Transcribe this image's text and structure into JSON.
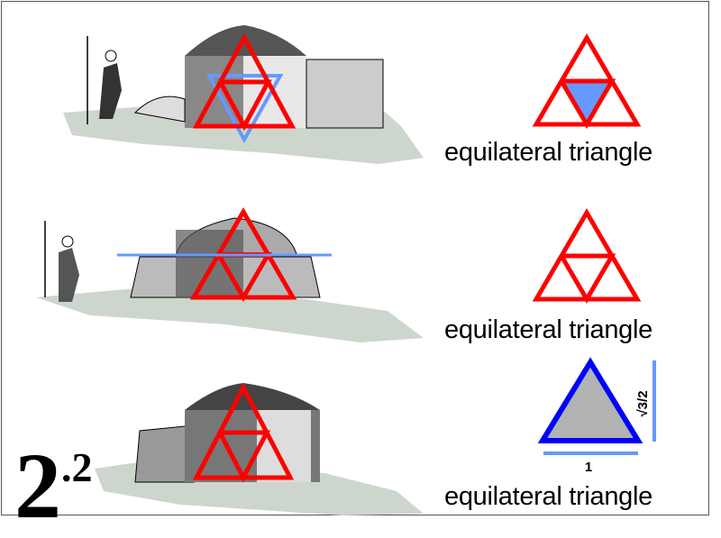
{
  "figure_number": {
    "main": "2",
    "sub": ".2"
  },
  "rows": [
    {
      "label": "equilateral triangle"
    },
    {
      "label": "equilateral triangle"
    },
    {
      "label": "equilateral triangle"
    }
  ],
  "dimensions": {
    "base": "1",
    "height": "√3/2"
  },
  "colors": {
    "red": "#ff0000",
    "blue": "#0000ff",
    "light_blue": "#6699ff",
    "ground": "#cdd6cc",
    "gray": "#b3b3b3"
  }
}
